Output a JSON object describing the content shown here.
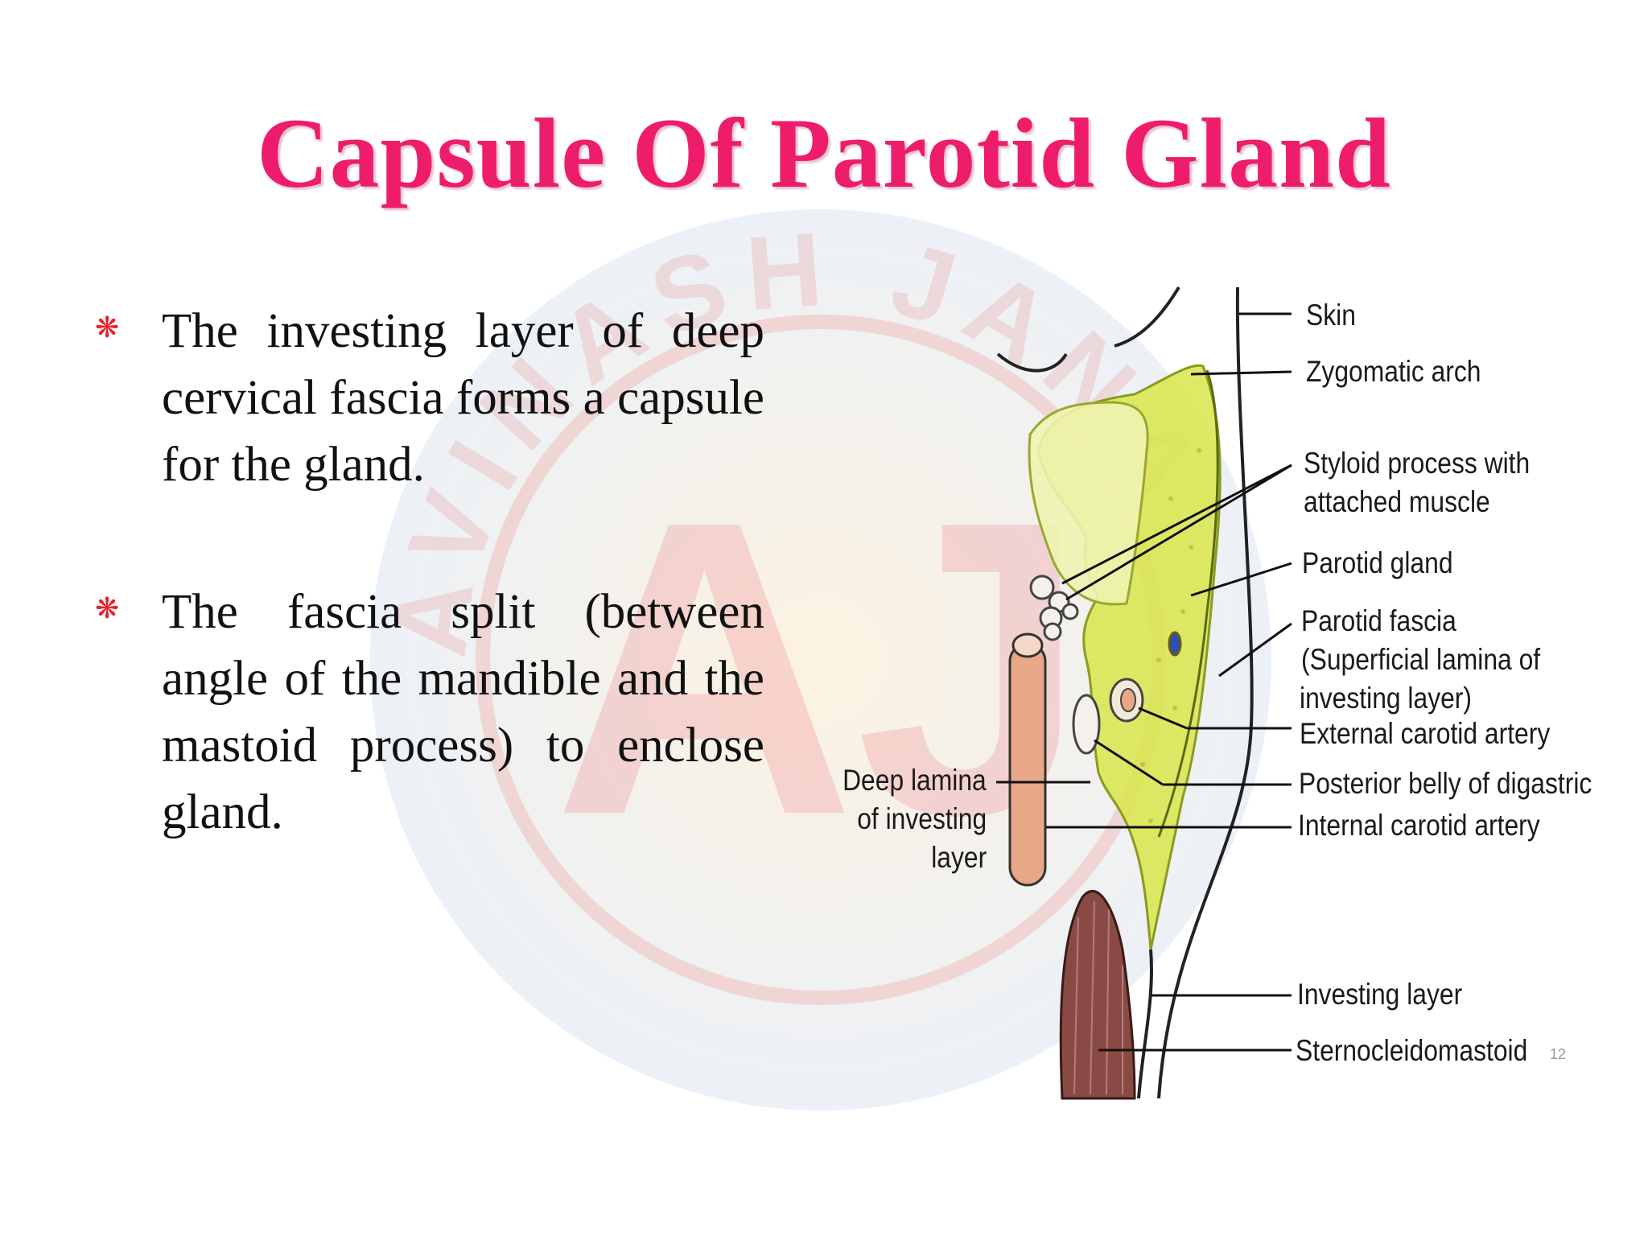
{
  "slide": {
    "title": "Capsule Of Parotid Gland",
    "page_number": "12",
    "title_color": "#ee1d6c",
    "bullet_color": "#e8202a",
    "bullet_icon": "asterisk-bullet-icon"
  },
  "bullets": [
    "The investing layer of deep cervical fascia forms a capsule for the gland.",
    "The fascia split (between angle of the mandible and the mastoid process) to enclose gland."
  ],
  "diagram": {
    "labels": {
      "skin": "Skin",
      "zygomatic_arch": "Zygomatic arch",
      "styloid_1": "Styloid process with",
      "styloid_2": "attached muscle",
      "parotid_gland": "Parotid gland",
      "parotid_fascia_1": "Parotid fascia",
      "parotid_fascia_2": "(Superficial lamina of",
      "parotid_fascia_3": "investing layer)",
      "external_carotid": "External carotid artery",
      "digastric": "Posterior belly of digastric",
      "internal_carotid": "Internal carotid artery",
      "deep_lamina_1": "Deep lamina",
      "deep_lamina_2": "of investing",
      "deep_lamina_3": "layer",
      "investing_layer": "Investing layer",
      "sternocleidomastoid": "Sternocleidomastoid"
    },
    "colors": {
      "gland": "#d8e64a",
      "artery": "#e8a888",
      "muscle": "#8a4a44"
    }
  },
  "watermark": {
    "text_top": "AVINASH JANA",
    "monogram": "AJ"
  }
}
